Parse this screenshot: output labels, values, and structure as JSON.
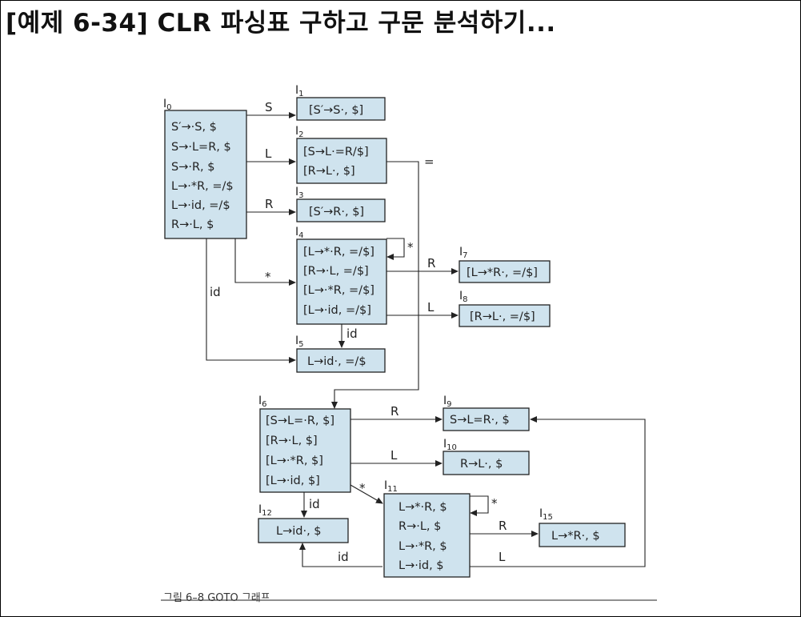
{
  "title": "[예제 6-34] CLR 파싱표 구하고 구문 분석하기...",
  "caption": "그림 6–8  GOTO 그래프",
  "states": {
    "I0": {
      "name": "I",
      "sub": "0",
      "items": [
        "S′→·S, $",
        "S→·L=R, $",
        "S→·R, $",
        "L→·*R, =/$",
        "L→·id, =/$",
        "R→·L, $"
      ]
    },
    "I1": {
      "name": "I",
      "sub": "1",
      "items": [
        "[S′→S·, $]"
      ]
    },
    "I2": {
      "name": "I",
      "sub": "2",
      "items": [
        "[S→L·=R/$]",
        "[R→L·, $]"
      ]
    },
    "I3": {
      "name": "I",
      "sub": "3",
      "items": [
        "[S′→R·, $]"
      ]
    },
    "I4": {
      "name": "I",
      "sub": "4",
      "items": [
        "[L→*·R, =/$]",
        "[R→·L, =/$]",
        "[L→·*R, =/$]",
        "[L→·id, =/$]"
      ]
    },
    "I5": {
      "name": "I",
      "sub": "5",
      "items": [
        "L→id·, =/$"
      ]
    },
    "I6": {
      "name": "I",
      "sub": "6",
      "items": [
        "[S→L=·R, $]",
        "[R→·L, $]",
        "[L→·*R, $]",
        "[L→·id, $]"
      ]
    },
    "I7": {
      "name": "I",
      "sub": "7",
      "items": [
        "[L→*R·, =/$]"
      ]
    },
    "I8": {
      "name": "I",
      "sub": "8",
      "items": [
        "[R→L·, =/$]"
      ]
    },
    "I9": {
      "name": "I",
      "sub": "9",
      "items": [
        "S→L=R·, $"
      ]
    },
    "I10": {
      "name": "I",
      "sub": "10",
      "items": [
        "R→L·, $"
      ]
    },
    "I11": {
      "name": "I",
      "sub": "11",
      "items": [
        "L→*·R, $",
        "R→·L, $",
        "L→·*R, $",
        "L→·id, $"
      ]
    },
    "I12": {
      "name": "I",
      "sub": "12",
      "items": [
        "L→id·, $"
      ]
    },
    "I15": {
      "name": "I",
      "sub": "15",
      "items": [
        "L→*R·, $"
      ]
    }
  },
  "edge_labels": {
    "e_0_1": "S",
    "e_0_2": "L",
    "e_0_3": "R",
    "e_0_4": "*",
    "e_0_5": "id",
    "e_2_6": "=",
    "e_4_4": "*",
    "e_4_7": "R",
    "e_4_8": "L",
    "e_4_5": "id",
    "e_6_9": "R",
    "e_6_10": "L",
    "e_6_11": "*",
    "e_6_12": "id",
    "e_11_11": "*",
    "e_11_15": "R",
    "e_11_9": "L",
    "e_11_12": "id"
  }
}
